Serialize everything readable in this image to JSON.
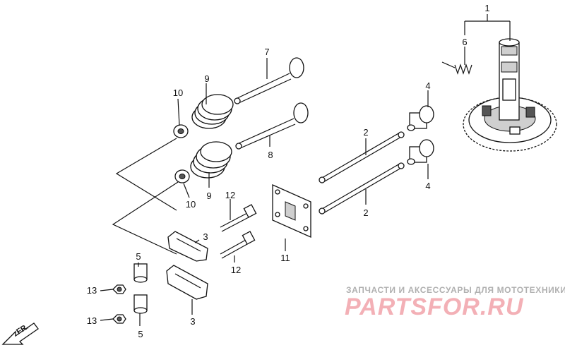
{
  "labels": {
    "p1": "1",
    "p2a": "2",
    "p2b": "2",
    "p3a": "3",
    "p3b": "3",
    "p4a": "4",
    "p4b": "4",
    "p5a": "5",
    "p5b": "5",
    "p6": "6",
    "p7": "7",
    "p8": "8",
    "p9a": "9",
    "p9b": "9",
    "p10a": "10",
    "p10b": "10",
    "p11": "11",
    "p12a": "12",
    "p12b": "12",
    "p13a": "13",
    "p13b": "13"
  },
  "direction_marker": "FR.",
  "watermark": {
    "tagline": "ЗАПЧАСТИ И АКСЕССУАРЫ ДЛЯ МОТОТЕХНИКИ",
    "logo": "PARTSFOR.RU"
  },
  "colors": {
    "ink": "#111111",
    "watermark_logo": "#f3b0b6",
    "watermark_text": "#b0b0b0"
  }
}
